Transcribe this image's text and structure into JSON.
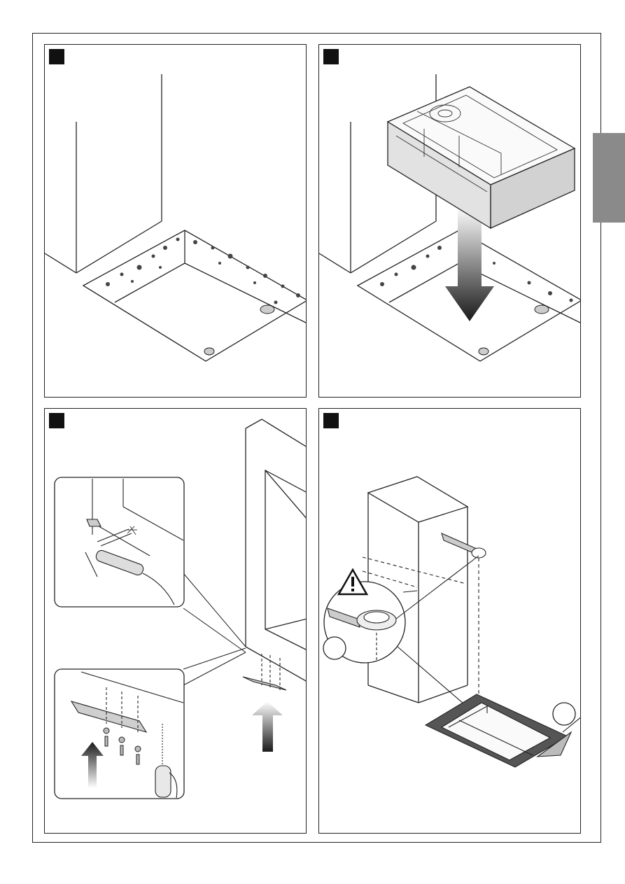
{
  "panels": [
    {
      "id": 1,
      "number_label": ""
    },
    {
      "id": 2,
      "number_label": ""
    },
    {
      "id": 3,
      "number_label": ""
    },
    {
      "id": 4,
      "number_label": ""
    }
  ],
  "panel4": {
    "callout_a": "",
    "callout_b": ""
  },
  "colors": {
    "side_tab": "#8a8a8a",
    "line": "#222222",
    "marker": "#111111"
  }
}
